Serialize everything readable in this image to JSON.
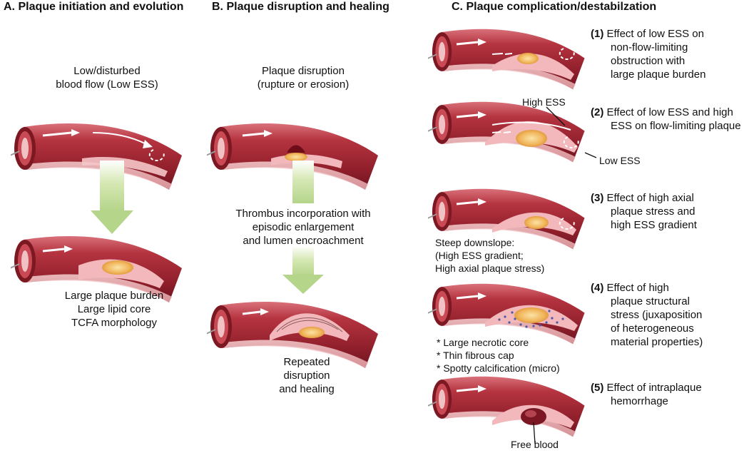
{
  "panels": {
    "a": {
      "title": "A. Plaque initiation and evolution",
      "flow_label": [
        "Low/disturbed",
        "blood flow (Low ESS)"
      ],
      "result_label": [
        "Large plaque burden",
        "Large lipid core",
        "TCFA morphology"
      ]
    },
    "b": {
      "title": "B. Plaque disruption and healing",
      "event_label": [
        "Plaque disruption",
        "(rupture or erosion)"
      ],
      "mid_label": [
        "Thrombus incorporation with",
        "episodic enlargement",
        "and lumen encroachment"
      ],
      "result_label": [
        "Repeated",
        "disruption",
        "and healing"
      ]
    },
    "c": {
      "title": "C. Plaque complication/destabilzation",
      "items": [
        {
          "num": "(1)",
          "lines": [
            "Effect of low ESS on",
            "non-flow-limiting",
            "obstruction with",
            "large plaque burden"
          ]
        },
        {
          "num": "(2)",
          "lines": [
            "Effect of low ESS and high",
            "ESS on flow-limiting plaque"
          ],
          "callout_high": "High ESS",
          "callout_low": "Low ESS"
        },
        {
          "num": "(3)",
          "lines": [
            "Effect of high axial",
            "plaque stress and",
            "high ESS gradient"
          ],
          "note": [
            "Steep downslope:",
            "(High ESS gradient;",
            "High axial plaque stress)"
          ]
        },
        {
          "num": "(4)",
          "lines": [
            "Effect of high",
            "plaque structural",
            "stress (juxaposition",
            "of heterogeneous",
            "material properties)"
          ],
          "notes": [
            "* Large necrotic core",
            "* Thin fibrous cap",
            "* Spotty calcification (micro)"
          ]
        },
        {
          "num": "(5)",
          "lines": [
            "Effect of intraplaque",
            "hemorrhage"
          ],
          "callout": "Free blood"
        }
      ]
    }
  }
}
